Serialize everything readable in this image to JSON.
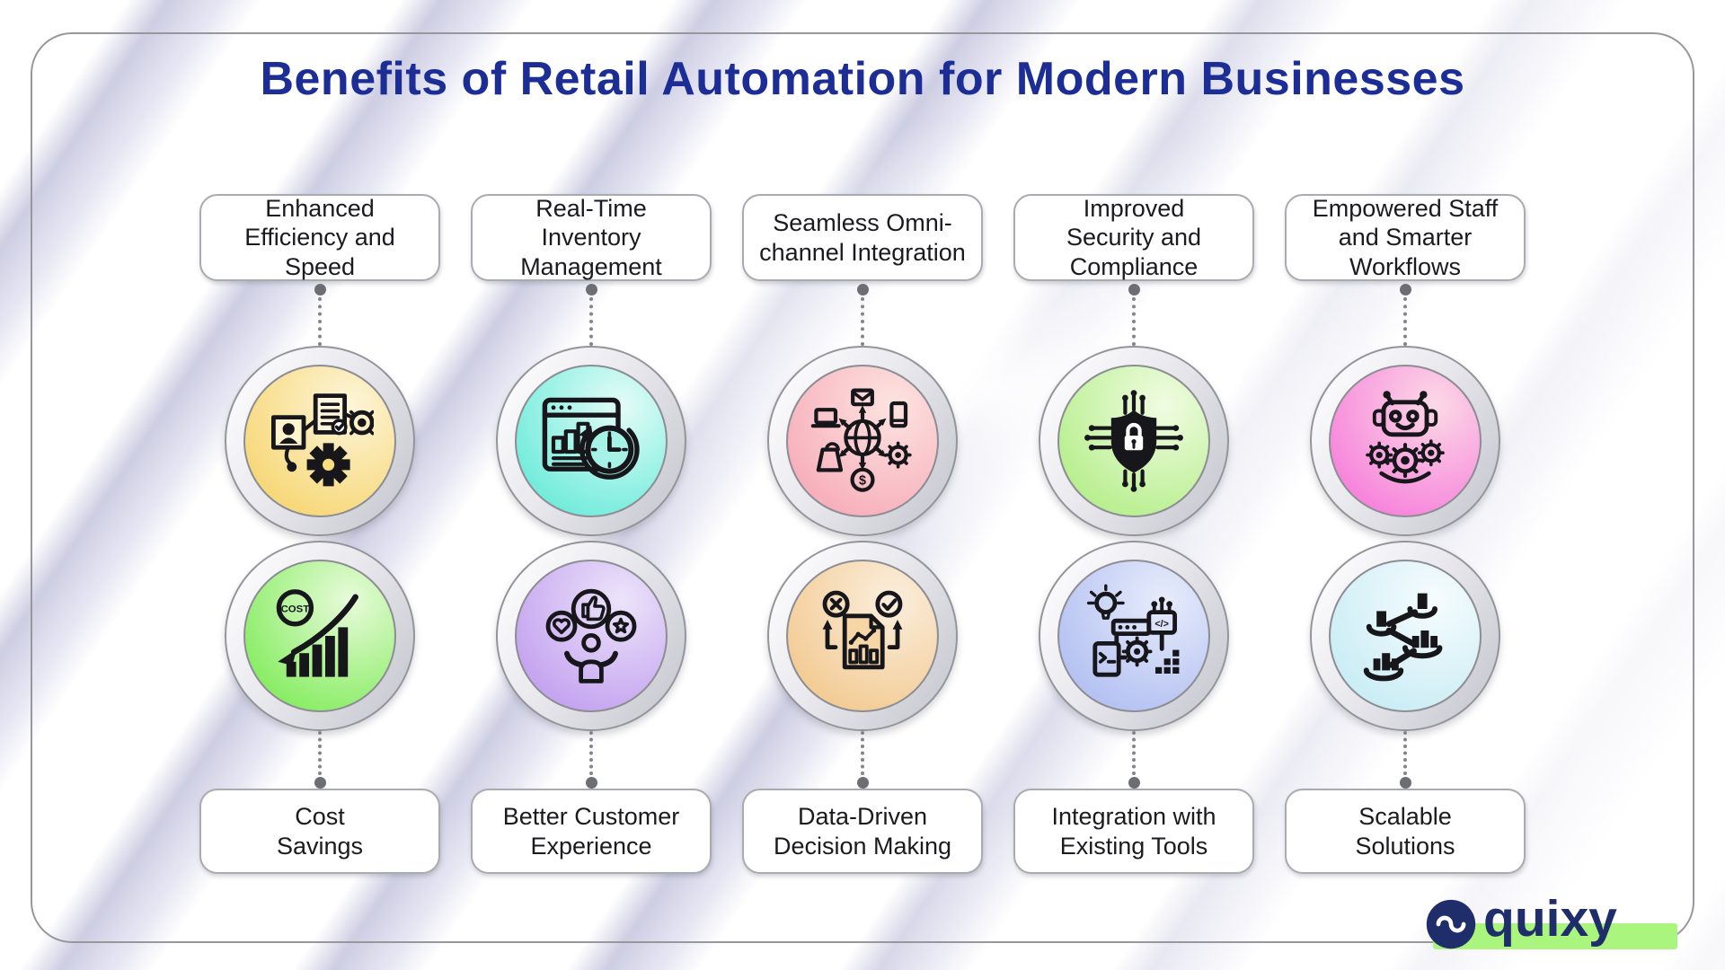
{
  "page": {
    "title": "Benefits of Retail Automation for Modern Businesses"
  },
  "theme": {
    "title_color": "#1c2d96",
    "stripe_color": "#d5d5e8",
    "card_border_color": "#97979d",
    "connector_color": "#6d6d74",
    "label_text_color": "#1b1b1f"
  },
  "icon_text": {
    "cost": "COST",
    "dollar": "$",
    "code": "</>"
  },
  "columns": [
    {
      "top_label": "Enhanced\nEfficiency and\nSpeed",
      "top_icon": "efficiency-automation-icon",
      "top_colors": [
        "#f7d87a",
        "#fdf5d8"
      ],
      "bottom_label": "Cost\nSavings",
      "bottom_icon": "cost-savings-icon",
      "bottom_colors": [
        "#8aed66",
        "#e8fbda"
      ]
    },
    {
      "top_label": "Real-Time\nInventory\nManagement",
      "top_icon": "realtime-inventory-icon",
      "top_colors": [
        "#74ecdc",
        "#e3fcf7"
      ],
      "bottom_label": "Better Customer\nExperience",
      "bottom_icon": "customer-experience-icon",
      "bottom_colors": [
        "#c5a4f0",
        "#ece4fa"
      ]
    },
    {
      "top_label": "Seamless Omni-\nchannel Integration",
      "top_icon": "omnichannel-integration-icon",
      "top_colors": [
        "#f7b0bc",
        "#fde4e0"
      ],
      "bottom_label": "Data-Driven\nDecision Making",
      "bottom_icon": "data-decision-icon",
      "bottom_colors": [
        "#f3cc96",
        "#fbeedd"
      ]
    },
    {
      "top_label": "Improved\nSecurity and\nCompliance",
      "top_icon": "security-compliance-icon",
      "top_colors": [
        "#b9ef90",
        "#f0fce2"
      ],
      "bottom_label": "Integration with\nExisting Tools",
      "bottom_icon": "tools-integration-icon",
      "bottom_colors": [
        "#b5c2f2",
        "#e7ecfb"
      ]
    },
    {
      "top_label": "Empowered Staff\nand Smarter\nWorkflows",
      "top_icon": "empowered-staff-icon",
      "top_colors": [
        "#f785dc",
        "#fcd9e6"
      ],
      "bottom_label": "Scalable\nSolutions",
      "bottom_icon": "scalable-solutions-icon",
      "bottom_colors": [
        "#cbedf5",
        "#f6fcfe"
      ]
    }
  ],
  "brand": {
    "name": "quixy",
    "text_color": "#1f2d6b",
    "highlight_color": "#a9f57d"
  }
}
